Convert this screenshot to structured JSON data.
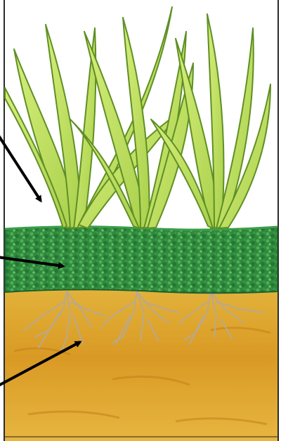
{
  "diagram": {
    "layers": [
      {
        "name": "grass-blades",
        "fill": "#c6e46a",
        "stroke": "#5f8f25"
      },
      {
        "name": "mulch",
        "fill": "#2f8a3e",
        "accent": "#56b85a"
      },
      {
        "name": "soil",
        "fill": "#dba22a",
        "accent": "#c47f1a"
      }
    ],
    "roots_color": "#b9a890",
    "arrow_color": "#000000",
    "frame_color": "#2b2b2b",
    "background": "#ffffff"
  }
}
